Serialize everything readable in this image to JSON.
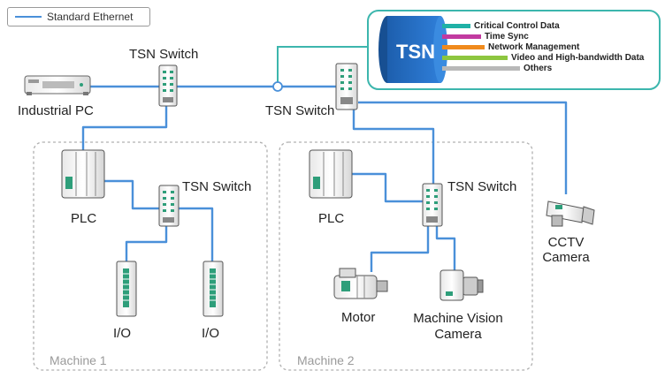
{
  "legend": {
    "label": "Standard Ethernet",
    "line_color": "#4a90d9"
  },
  "tsn_panel": {
    "title": "TSN",
    "border_color": "#3cb6ad",
    "traffic_types": [
      {
        "label": "Critical Control Data",
        "color": "#1fb1a6"
      },
      {
        "label": "Time Sync",
        "color": "#c23aa0"
      },
      {
        "label": "Network Management",
        "color": "#f08a1c"
      },
      {
        "label": "Video and High-bandwidth Data",
        "color": "#8dc63f"
      },
      {
        "label": "Others",
        "color": "#b8b8b8"
      }
    ]
  },
  "devices": {
    "industrial_pc": "Industrial PC",
    "switch_top_left": "TSN Switch",
    "switch_top_center": "TSN Switch",
    "switch_machine1": "TSN Switch",
    "switch_machine2": "TSN Switch",
    "plc_machine1": "PLC",
    "plc_machine2": "PLC",
    "io_left": "I/O",
    "io_right": "I/O",
    "motor": "Motor",
    "machine_vision_camera": "Machine Vision Camera",
    "cctv_camera": "CCTV Camera"
  },
  "groups": {
    "machine1": "Machine 1",
    "machine2": "Machine 2"
  },
  "colors": {
    "ethernet": "#4a90d9",
    "device_green": "#2e9e7a",
    "group_border": "#b0b0b0"
  }
}
